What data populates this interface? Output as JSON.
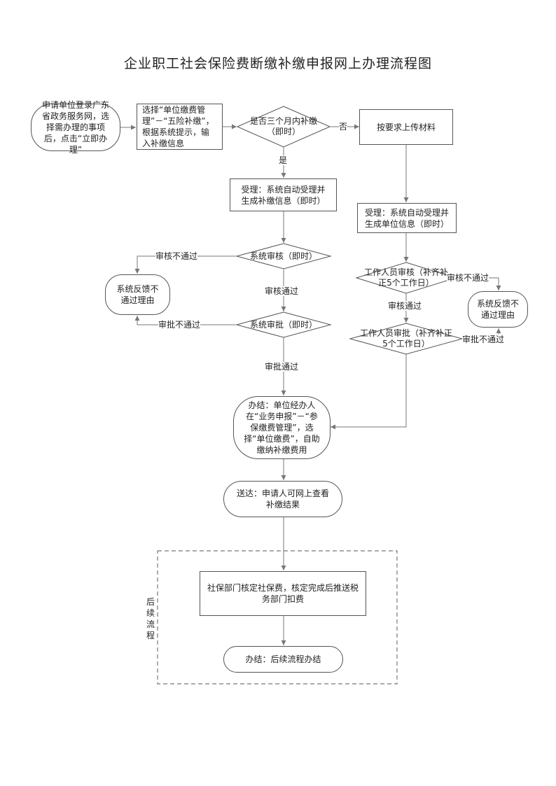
{
  "title": "企业职工社会保险费断缴补缴申报网上办理流程图",
  "nodes": {
    "start": "申请单位登录广东省政务服务网，选择需办理的事项后，点击“立即办理”",
    "select": "选择“单位缴费管理”－“五险补缴”，根据系统提示，输入补缴信息",
    "decision": "是否三个月内补缴（即时）",
    "upload": "按要求上传材料",
    "accept_left": "受理：系统自动受理并生成补缴信息（即时）",
    "accept_right": "受理：系统自动受理并生成单位信息（即时）",
    "sys_review": "系统审核（即时）",
    "sys_approve": "系统审批（即时）",
    "feedback_left": "系统反馈不通过理由",
    "staff_review": "工作人员审核（补齐补正5个工作日）",
    "staff_approve": "工作人员审批（补齐补正5个工作日）",
    "feedback_right": "系统反馈不通过理由",
    "complete": "办结：单位经办人在“业务申报”－“参保缴费管理”，选择“单位缴费”，自助缴纳补缴费用",
    "deliver": "送达：申请人可网上查看补缴结果",
    "verify": "社保部门核定社保费，核定完成后推送税务部门扣费",
    "followup_done": "办结：后续流程办结"
  },
  "labels": {
    "no": "否",
    "yes": "是",
    "review_fail_left": "审核不通过",
    "review_pass_left": "审核通过",
    "approve_fail_left": "审批不通过",
    "approve_pass_left": "审批通过",
    "review_fail_right": "审核不通过",
    "review_pass_right": "审核通过",
    "approve_fail_right": "审批不通过"
  },
  "group": {
    "label": "后续流程"
  }
}
